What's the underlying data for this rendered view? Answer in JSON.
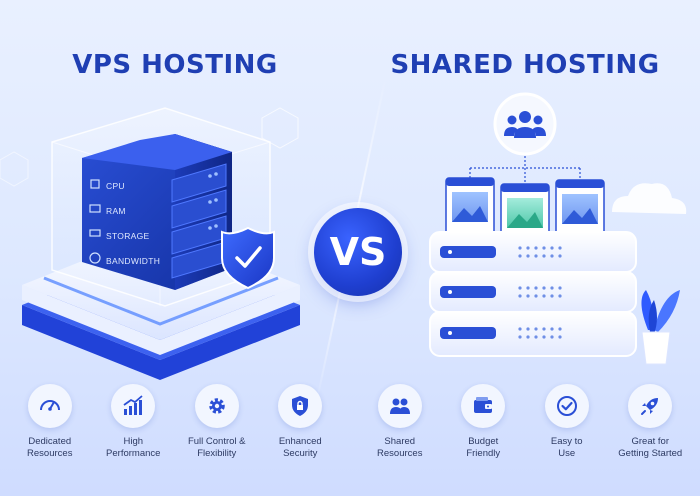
{
  "left": {
    "title": "VPS HOSTING",
    "server_labels": [
      "CPU",
      "RAM",
      "STORAGE",
      "BANDWIDTH"
    ],
    "features": [
      {
        "icon": "speedometer-icon",
        "line1": "Dedicated",
        "line2": "Resources"
      },
      {
        "icon": "bar-chart-icon",
        "line1": "High",
        "line2": "Performance"
      },
      {
        "icon": "gear-icon",
        "line1": "Full Control &",
        "line2": "Flexibility"
      },
      {
        "icon": "shield-lock-icon",
        "line1": "Enhanced",
        "line2": "Security"
      }
    ]
  },
  "center": {
    "vs": "VS"
  },
  "right": {
    "title": "SHARED HOSTING",
    "features": [
      {
        "icon": "users-icon",
        "line1": "Shared",
        "line2": "Resources"
      },
      {
        "icon": "wallet-icon",
        "line1": "Budget",
        "line2": "Friendly"
      },
      {
        "icon": "check-circle-icon",
        "line1": "Easy to",
        "line2": "Use"
      },
      {
        "icon": "rocket-icon",
        "line1": "Great for",
        "line2": "Getting Started"
      }
    ]
  },
  "colors": {
    "primary": "#1f3fb3",
    "accent": "#2f5bff",
    "background": "#e4ecff"
  }
}
